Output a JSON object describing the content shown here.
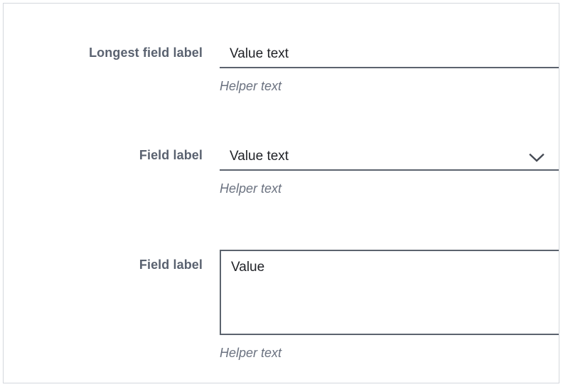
{
  "form": {
    "fields": [
      {
        "id": "field-1",
        "type": "text-input",
        "label": "Longest field label",
        "value": "Value text",
        "placeholder": "Value text",
        "helper": "Helper text"
      },
      {
        "id": "field-2",
        "type": "select",
        "label": "Field label",
        "value": "Value text",
        "placeholder": "Value text",
        "helper": "Helper text",
        "icon": "chevron-down-icon"
      },
      {
        "id": "field-3",
        "type": "textarea",
        "label": "Field label",
        "value": "Value",
        "placeholder": "Value",
        "helper": "Helper text"
      }
    ]
  },
  "colors": {
    "label": "#5a6270",
    "value": "#1f2126",
    "helper": "#6b7280",
    "border": "#5c636e",
    "frame": "#d4d7dd",
    "background": "#ffffff"
  }
}
